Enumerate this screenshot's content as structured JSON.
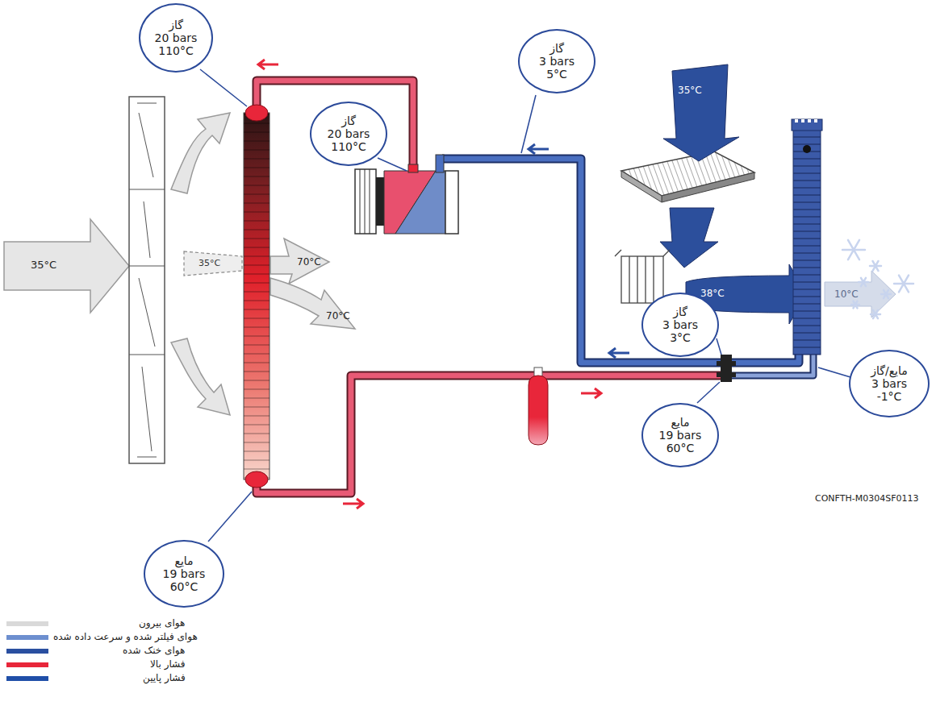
{
  "diagram": {
    "nodes": [
      {
        "text": [
          "گاز",
          "20 bars",
          "110°C"
        ]
      },
      {
        "text": [
          "گاز",
          "20 bars",
          "110°C"
        ]
      },
      {
        "text": [
          "گاز",
          "3 bars",
          "5°C"
        ]
      },
      {
        "text": [
          "گاز",
          "3 bars",
          "3°C"
        ]
      },
      {
        "text": [
          "مایع/گاز",
          "3 bars",
          "-1°C"
        ]
      },
      {
        "text": [
          "مایع",
          "19 bars",
          "60°C"
        ]
      },
      {
        "text": [
          "مایع",
          "19 bars",
          "60°C"
        ]
      }
    ],
    "labels": [
      "35°C",
      "35°C",
      "70°C",
      "70°C",
      "35°C",
      "38°C",
      "10°C",
      "CONFTH-M0304SF0113"
    ],
    "legend": [
      {
        "text": "هوای بیرون",
        "color": "#d9d9d9"
      },
      {
        "text": "هوای فیلتر شده و سرعت داده شده",
        "color": "#6d8fcf"
      },
      {
        "text": "هوای خنک شده",
        "color": "#2a4fa0"
      },
      {
        "text": "فشار بالا",
        "color": "#e8263a"
      },
      {
        "text": "فشار پایین",
        "color": "#1f4fa8"
      }
    ]
  }
}
